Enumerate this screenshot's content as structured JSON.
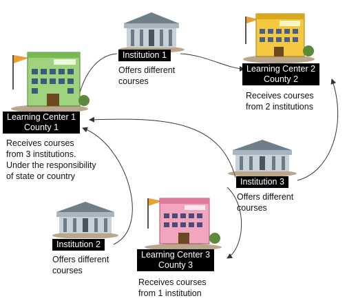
{
  "nodes": {
    "institution1": {
      "label": "Institution 1",
      "desc": [
        "Offers different",
        "courses"
      ]
    },
    "learning_center_2": {
      "label": [
        "Learning Center 2",
        "County 2"
      ],
      "desc": [
        "Receives courses",
        "from 2 institutions"
      ]
    },
    "learning_center_1": {
      "label": [
        "Learning Center 1",
        "County 1"
      ],
      "desc": [
        "Receives courses",
        "from 3 institutions.",
        "Under the responsibility",
        "of state or country"
      ]
    },
    "institution3": {
      "label": "Institution 3",
      "desc": [
        "Offers different",
        "courses"
      ]
    },
    "institution2": {
      "label": "Institution 2",
      "desc": [
        "Offers different",
        "courses"
      ]
    },
    "learning_center_3": {
      "label": [
        "Learning Center 3",
        "County 3"
      ],
      "desc": [
        "Receives courses",
        "from 1 institution"
      ]
    }
  },
  "colors": {
    "center1_building": "#9fd27c",
    "center2_building": "#f5c842",
    "center3_building": "#f2a6bd",
    "institution_building": "#8a9aa6",
    "label_bg": "#000000",
    "arrow": "#333333"
  }
}
